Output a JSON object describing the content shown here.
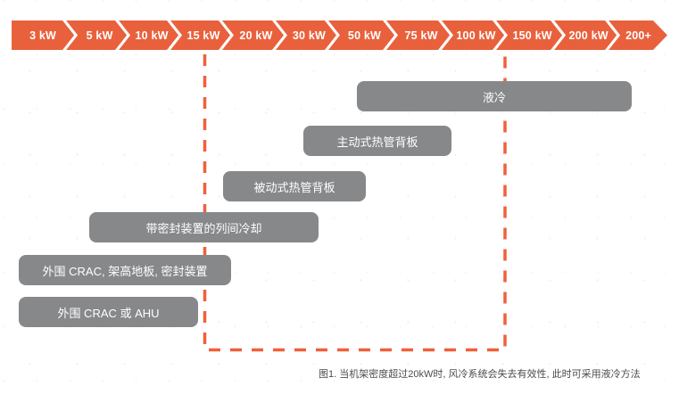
{
  "banner": {
    "segments": [
      "3 kW",
      "5 kW",
      "10 kW",
      "15 kW",
      "20 kW",
      "30 kW",
      "50 kW",
      "75 kW",
      "100 kW",
      "150 kW",
      "200 kW",
      "200+"
    ],
    "color": "#E8613C",
    "text_color": "#FFFFFF"
  },
  "bars": [
    {
      "label": "液冷"
    },
    {
      "label": "主动式热管背板"
    },
    {
      "label": "被动式热管背板"
    },
    {
      "label": "带密封装置的列间冷却"
    },
    {
      "label": "外围 CRAC, 架高地板, 密封装置"
    },
    {
      "label": "外围 CRAC 或 AHU"
    }
  ],
  "colors": {
    "bar": "#87888A",
    "dashed_box": "#F0603C",
    "caption_text": "#4B4C4F"
  },
  "caption": {
    "text": "图1. 当机架密度超过20kW时, 风冷系统会失去有效性, 此时可采用液冷方法"
  }
}
